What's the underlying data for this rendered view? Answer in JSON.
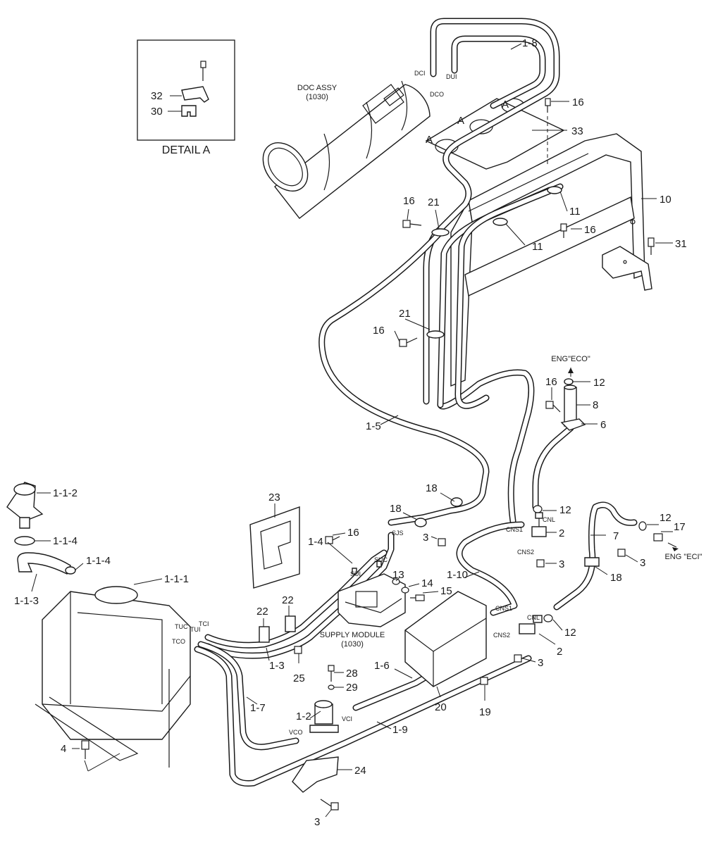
{
  "detail": {
    "title": "DETAIL A"
  },
  "callouts": {
    "c1_8": "1-8",
    "c16a": "16",
    "c33": "33",
    "c10": "10",
    "c11a": "11",
    "c11b": "11",
    "c16b": "16",
    "c31": "31",
    "c16c": "16",
    "c21a": "21",
    "c21b": "21",
    "c16d": "16",
    "c12a": "12",
    "c16e": "16",
    "c8": "8",
    "c6": "6",
    "c1_5": "1-5",
    "c18a": "18",
    "c18b": "18",
    "c12b": "12",
    "c2a": "2",
    "c3a": "3",
    "c3b": "3",
    "c12c": "12",
    "c17": "17",
    "c7": "7",
    "c3c": "3",
    "c18c": "18",
    "c1_1_2": "1-1-2",
    "c1_1_4a": "1-1-4",
    "c1_1_4b": "1-1-4",
    "c1_1_3": "1-1-3",
    "c1_1_1": "1-1-1",
    "c23": "23",
    "c16f": "16",
    "c1_4": "1-4",
    "c13": "13",
    "c14": "14",
    "c15": "15",
    "c1_10": "1-10",
    "c22a": "22",
    "c22b": "22",
    "c1_3": "1-3",
    "c25": "25",
    "c12d": "12",
    "c2b": "2",
    "c3d": "3",
    "c28": "28",
    "c29": "29",
    "c1_6": "1-6",
    "c20": "20",
    "c19": "19",
    "c1_2": "1-2",
    "c1_7": "1-7",
    "c1_9": "1-9",
    "c4": "4",
    "c24": "24",
    "c3e": "3",
    "c32": "32",
    "c30": "30",
    "cA1": "A",
    "cA2": "A",
    "cA3": "A"
  },
  "captions": {
    "doc_line1": "DOC ASSY",
    "doc_line2": "(1030)",
    "sm_line1": "SUPPLY MODULE",
    "sm_line2": "(1030)",
    "eng_eco": "ENG\"ECO\"",
    "eng_eci": "ENG \"ECI\""
  },
  "port_labels": {
    "dci": "DCI",
    "dui": "DUI",
    "dco": "DCO",
    "cns1_top": "CNS1",
    "cnl_top": "CNL",
    "cns2_top": "CNS2",
    "cns1_low": "CNS1",
    "cnl_low": "CNL",
    "cns2_low": "CNS2",
    "sjs": "SJS",
    "suc": "SUC",
    "sui": "SUI",
    "tuc": "TUC",
    "tui": "TUI",
    "tci": "TCI",
    "tco": "TCO",
    "vco": "VCO",
    "vci": "VCI"
  }
}
